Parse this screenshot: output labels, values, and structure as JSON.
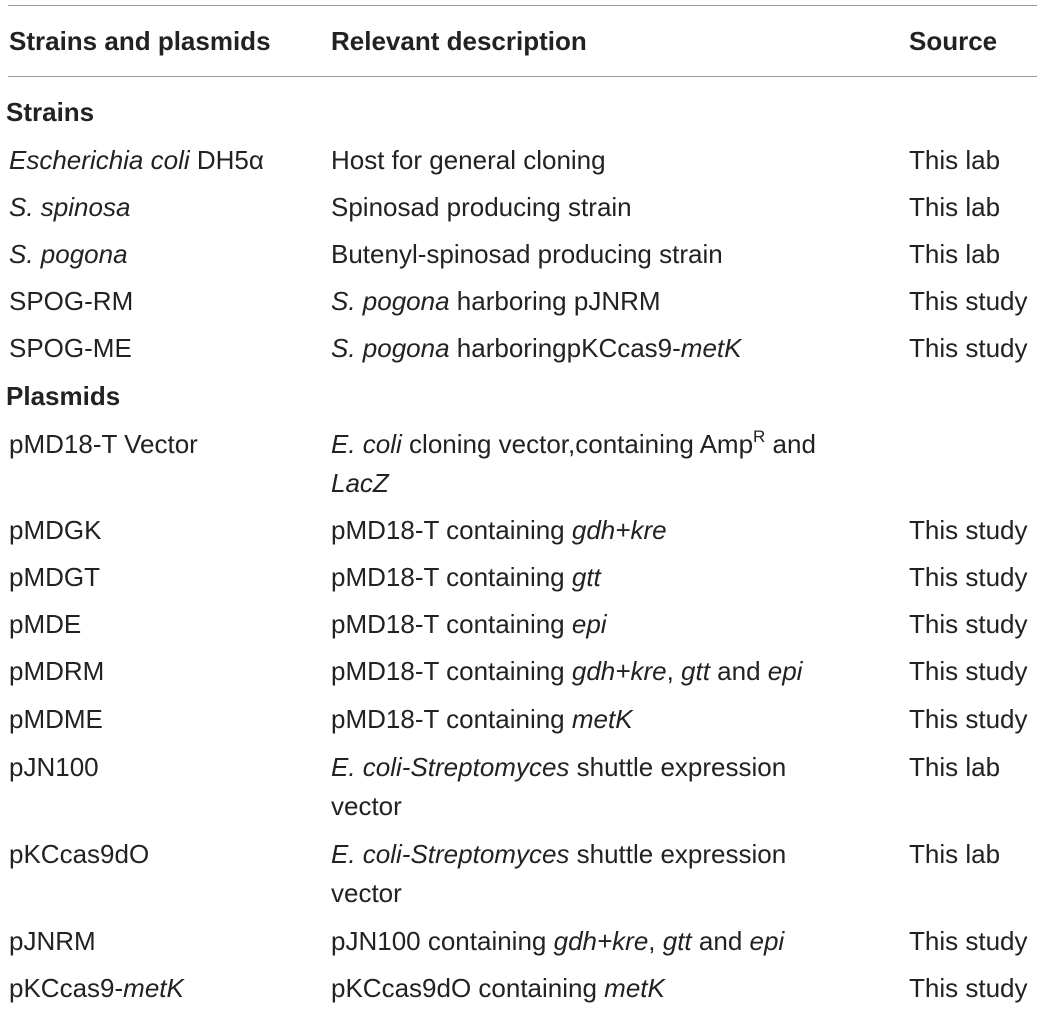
{
  "table": {
    "headers": {
      "col1": "Strains and plasmids",
      "col2": "Relevant description",
      "col3": "Source"
    },
    "sections": [
      {
        "title": "Strains",
        "rows": [
          {
            "name": [
              {
                "t": "Escherichia coli",
                "i": true
              },
              {
                "t": " DH5α"
              }
            ],
            "desc": [
              [
                {
                  "t": "Host for general cloning"
                }
              ]
            ],
            "source": "This lab"
          },
          {
            "name": [
              {
                "t": "S. spinosa",
                "i": true
              }
            ],
            "desc": [
              [
                {
                  "t": "Spinosad producing strain"
                }
              ]
            ],
            "source": "This lab"
          },
          {
            "name": [
              {
                "t": "S. pogona",
                "i": true
              }
            ],
            "desc": [
              [
                {
                  "t": "Butenyl-spinosad producing strain"
                }
              ]
            ],
            "source": "This lab"
          },
          {
            "name": [
              {
                "t": "SPOG-RM"
              }
            ],
            "desc": [
              [
                {
                  "t": "S. pogona",
                  "i": true
                },
                {
                  "t": " harboring pJNRM"
                }
              ]
            ],
            "source": "This study"
          },
          {
            "name": [
              {
                "t": "SPOG-ME"
              }
            ],
            "desc": [
              [
                {
                  "t": "S. pogona",
                  "i": true
                },
                {
                  "t": " harboringpKCcas9-"
                },
                {
                  "t": "metK",
                  "i": true
                }
              ]
            ],
            "source": "This study"
          }
        ]
      },
      {
        "title": "Plasmids",
        "rows": [
          {
            "name": [
              {
                "t": "pMD18-T Vector"
              }
            ],
            "desc": [
              [
                {
                  "t": "E. coli",
                  "i": true
                },
                {
                  "t": " cloning vector,containing Amp"
                },
                {
                  "t": "R",
                  "sup": true
                },
                {
                  "t": " and"
                }
              ],
              [
                {
                  "t": "LacZ",
                  "i": true
                }
              ]
            ],
            "source": ""
          },
          {
            "name": [
              {
                "t": "pMDGK"
              }
            ],
            "desc": [
              [
                {
                  "t": "pMD18-T containing "
                },
                {
                  "t": "gdh+kre",
                  "i": true
                }
              ]
            ],
            "source": "This study"
          },
          {
            "name": [
              {
                "t": "pMDGT"
              }
            ],
            "desc": [
              [
                {
                  "t": "pMD18-T containing "
                },
                {
                  "t": "gtt",
                  "i": true
                }
              ]
            ],
            "source": "This study"
          },
          {
            "name": [
              {
                "t": "pMDE"
              }
            ],
            "desc": [
              [
                {
                  "t": "pMD18-T containing "
                },
                {
                  "t": "epi",
                  "i": true
                }
              ]
            ],
            "source": "This study"
          },
          {
            "name": [
              {
                "t": "pMDRM"
              }
            ],
            "desc": [
              [
                {
                  "t": "pMD18-T containing "
                },
                {
                  "t": "gdh+kre",
                  "i": true
                },
                {
                  "t": ", "
                },
                {
                  "t": "gtt",
                  "i": true
                },
                {
                  "t": " and "
                },
                {
                  "t": "epi",
                  "i": true
                }
              ]
            ],
            "source": "This study"
          },
          {
            "name": [
              {
                "t": "pMDME"
              }
            ],
            "desc": [
              [
                {
                  "t": "pMD18-T containing "
                },
                {
                  "t": "metK",
                  "i": true
                }
              ]
            ],
            "source": "This study"
          },
          {
            "name": [
              {
                "t": "pJN100"
              }
            ],
            "desc": [
              [
                {
                  "t": "E. coli-Streptomyces",
                  "i": true
                },
                {
                  "t": " shuttle expression"
                }
              ],
              [
                {
                  "t": "vector"
                }
              ]
            ],
            "source": "This lab"
          },
          {
            "name": [
              {
                "t": "pKCcas9dO"
              }
            ],
            "desc": [
              [
                {
                  "t": "E. coli-Streptomyces",
                  "i": true
                },
                {
                  "t": " shuttle expression"
                }
              ],
              [
                {
                  "t": "vector"
                }
              ]
            ],
            "source": "This lab"
          },
          {
            "name": [
              {
                "t": "pJNRM"
              }
            ],
            "desc": [
              [
                {
                  "t": "pJN100 containing "
                },
                {
                  "t": "gdh+kre",
                  "i": true
                },
                {
                  "t": ", "
                },
                {
                  "t": "gtt",
                  "i": true
                },
                {
                  "t": " and "
                },
                {
                  "t": "epi",
                  "i": true
                }
              ]
            ],
            "source": "This study"
          },
          {
            "name": [
              {
                "t": "pKCcas9-"
              },
              {
                "t": "metK",
                "i": true
              }
            ],
            "desc": [
              [
                {
                  "t": "pKCcas9dO containing "
                },
                {
                  "t": "metK",
                  "i": true
                }
              ]
            ],
            "source": "This study"
          }
        ]
      }
    ]
  }
}
